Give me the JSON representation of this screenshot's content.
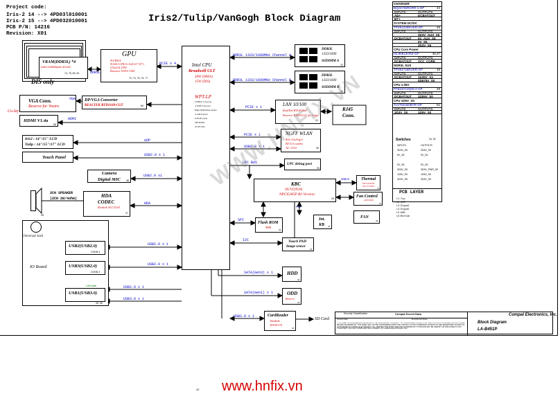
{
  "project": {
    "code_label": "Project code:",
    "code_line_1": "Iris-2 14 --> 4PD03l010001",
    "code_line_2": "Iris-2 15 --> 4PD032010001",
    "pcb": "PCB P/N: 14216",
    "revision": "Revision: X01"
  },
  "title": "Iris2/Tulip/VanGogh Block Diagram",
  "dis_only": "DIS only",
  "vram": {
    "label": "VRAM(DDR3L) *4",
    "sub": "64M,128M/Bytes 4G/4G",
    "pins": "74, 75, 80, 81"
  },
  "gpu": {
    "title": "GPU",
    "lines": [
      "NVIDIA",
      "N16S-GTR-S-A2(14\"/15\")",
      "(23x23) 25W",
      "Reserve N16V-GM"
    ],
    "pins": "72, 74, 75, 76, 77",
    "bus": "PCIE x 4",
    "ddr_bus": "DDR3L"
  },
  "vga": {
    "title": "VGA Conn.",
    "reserve": "Reserve for Vostro",
    "bus": "VGA",
    "co_lay": "Co-lay"
  },
  "dp_vga": {
    "title": "DP/VGA Converter",
    "sub": "REALTEK RTD2168-CGT",
    "pin": "66"
  },
  "hdmi": {
    "title": "HDMI V1.4a",
    "pin": "58",
    "bus": "HDMI"
  },
  "lcd": {
    "line1": "Iris2 : 14\"/15\" LCD",
    "line2": "Tulip : 14\"/15\"/17\" LCD",
    "bus": "eDP"
  },
  "touch_panel": {
    "label": "Touch Panel",
    "bus": "USB2.0 x 1"
  },
  "camera": {
    "title": "Camera",
    "sub": "Digital MIC",
    "pin": "38",
    "bus": "USB2.0 x1"
  },
  "speaker": {
    "label": "2CH SPEAKER",
    "sub": "(2CH 2W/4ohm)",
    "pin": "35"
  },
  "hda": {
    "title": "HDA",
    "sub": "CODEC",
    "chip": "Realtek ALC3234",
    "pin": "37",
    "bus": "HDA"
  },
  "universal_jack": {
    "label": "Universal Jack"
  },
  "io_board": {
    "label": "IO Board"
  },
  "usb_ports": [
    {
      "name": "USB2(USB2.0)",
      "pin": "CONN 4",
      "bus": "USB2.0 x 1"
    },
    {
      "name": "USB3(USB2.0)",
      "pin": "CONN 4",
      "bus": "USB2.0 x 1"
    },
    {
      "name": "USB1(USB3.0)",
      "pin": "34, 35",
      "bus": "USB2.0 x 1",
      "note": "Left side"
    }
  ],
  "usb3_bus": "USB3.0 x 1",
  "cpu": {
    "title": "Intel CPU",
    "sub": "Broadwell ULT",
    "lines": [
      "28W (DMA)",
      "15W (DIS)"
    ],
    "wpt": "WPT-LP",
    "wpt_lines": [
      "USB2.0 x 8 ports",
      "4 USB 3.0 ports",
      "High Definition Audio",
      "4 SATA ports",
      "8 PCIE ports",
      "SPI ROM",
      "ACPI 4.0a"
    ]
  },
  "ddr_channels": [
    {
      "label": "DDR3L 1333/1600MHz Channel A"
    },
    {
      "label": "DDR3L 1333/1600MHz Channel B"
    }
  ],
  "sodimm": [
    {
      "title": "DDR3L",
      "speed": "1333/1600",
      "name": "SODIMM A",
      "pin": "15"
    },
    {
      "title": "DDR3L",
      "speed": "1333/1600",
      "name": "SODIMM B",
      "pin": "16"
    }
  ],
  "lan": {
    "title": "LAN 10/100",
    "lines": [
      "RealTek RTL8106E",
      "Reserve RTL8111G for Giga"
    ],
    "pin": "31",
    "bus": "PCIE x 1"
  },
  "rj45": {
    "title": "RJ45",
    "sub": "Conn."
  },
  "wlan": {
    "title": "NGFF WLAN",
    "lines": [
      "802.11a/b/g/n",
      "BT 4.0 combo",
      "AC 1310"
    ],
    "pin": "36",
    "bus1": "PCIE x 1",
    "bus2": "USB2.0 x 1"
  },
  "lpc_debug": {
    "title": "LPC debug port",
    "pin": "36",
    "bus": "LPC BUS"
  },
  "kbc": {
    "title": "KBC",
    "chip": "NUVOTON",
    "chip2": "NPCE285P B2 Version",
    "pin": "26"
  },
  "thermal": {
    "title": "Thermal",
    "lines": [
      "NUVOTON",
      "NCT7718W"
    ],
    "pin": "21",
    "bus": "SMBUS"
  },
  "fan": {
    "title": "Fan Control",
    "sub": "APL5606",
    "pin": "21"
  },
  "fan2": {
    "title": "FAN",
    "pin": "30"
  },
  "flash": {
    "title": "Flash ROM",
    "sub": "8MB",
    "pin": "26",
    "bus": "SPI"
  },
  "intkb": {
    "title": "Int.",
    "sub": "KB",
    "pin": "32",
    "bus": "PS2"
  },
  "touchpad": {
    "title": "Touch PAD",
    "sub": "Image sensor",
    "pin": "40",
    "bus": "I2C"
  },
  "hdd": {
    "title": "HDD",
    "pin": "32",
    "bus": "SATA(Gen3) x 1"
  },
  "odd": {
    "title": "ODD",
    "sub": "Reserve",
    "pin": "32",
    "bus": "SATA(Gen1) x 1"
  },
  "cardreader": {
    "title": "CardReader",
    "lines": [
      "Realtek",
      "RTS5170"
    ],
    "pin": "34",
    "bus": "USB2.0 x 1",
    "card": "SD Card"
  },
  "right_panel": {
    "sections": [
      {
        "title": "CHARGER",
        "part": "BQ24735RGRR-1-GP",
        "pin": "44",
        "rows": [
          [
            "INPUTS",
            "OUTPUTS"
          ],
          [
            "AD+",
            "DCBATOUT"
          ],
          [
            "BT+",
            ""
          ]
        ]
      },
      {
        "title": "SYSTEM DC/DC",
        "part": "TPS51225RUKR-GP",
        "pin": "45",
        "rows": [
          [
            "INPUTS",
            "OUTPUTS"
          ],
          [
            "",
            "3D3V_AUX_S5"
          ],
          [
            "DCBATOUT",
            "5V_AUX_S5"
          ],
          [
            "",
            "5V_S5"
          ],
          [
            "",
            "3D3V_S5"
          ]
        ]
      },
      {
        "title": "CPU Core Power",
        "part": "ISL95813HRZ-GP",
        "pin": "46,47",
        "rows": [
          [
            "INPUTS",
            "OUTPUTS"
          ],
          [
            "DCBATOUT",
            "VCC_CORE"
          ]
        ]
      },
      {
        "title": "DDR3L SUS",
        "part": "TPS51716RUKR-GP",
        "pin": "48",
        "rows": [
          [
            "INPUTS",
            "OUTPUTS"
          ],
          [
            "DCBATOUT",
            "1D35V_S3"
          ],
          [
            "",
            "0D675V_S0"
          ]
        ]
      },
      {
        "title": "CPU 1.05V",
        "part": "RT8237CZQW-2-GP",
        "pin": "49",
        "rows": [
          [
            "INPUTS",
            "OUTPUTS"
          ],
          [
            "DCBATOUT",
            "1D05V_S0"
          ]
        ]
      },
      {
        "title": "CPU 1D5V_S0",
        "part": "TLV70215DBVR-GP",
        "pin": "51",
        "rows": [
          [
            "INPUTS",
            "OUTPUTS"
          ],
          [
            "3D3V_S0",
            "1D5V_S0"
          ]
        ]
      }
    ],
    "switches_title": "Switches",
    "switches_pin": "34, 52",
    "switches_rows": [
      [
        "INPUTS",
        "OUTPUTS"
      ],
      [
        "3D3V_S5",
        "3D3V_S0"
      ],
      [
        "5V_S5",
        "5V_S0"
      ],
      [
        "",
        ""
      ],
      [
        "5V_S5",
        "5V_S0"
      ],
      [
        "3D3V_S5",
        "3D3V_PWR_S0"
      ],
      [
        "1D5V_S3",
        "1D5V_S0"
      ],
      [
        "3D3V_S5",
        "3D3V_S0"
      ]
    ],
    "pcb_layer_title": "PCB LAYER",
    "pcb_layers": [
      "L1:Top",
      "L2:VCC",
      "L3:Signal",
      "L4:Signal",
      "L5:GND",
      "L6:Bottom"
    ]
  },
  "title_block": {
    "security": "Security Classification",
    "secret": "Compal Secret Data",
    "issued": "Issued Date",
    "deciphered": "Deciphered Date",
    "company": "Compal Electronics, Inc.",
    "doc_title": "Block Diagram",
    "doc_no": "LA-B451P",
    "legal": "THIS SHEET OF ENGINEERING DRAWING IS THE PROPRIETARY PROPERTY OF COMPAL ELECTRONICS, INC. AND CONTAINS CONFIDENTIAL AND TRADE SECRET INFORMATION. THIS SHEET MAY NOT BE TRANSFERED FROM THE CUSTODY OF THE COMPETENT DIVISION OF R&D DEPARTMENT EXCEPT AS AUTHORIZED BY COMPAL ELECTRONICS, INC. NEITHER THIS SHEET NOR THE INFORMATION IT CONTAINS MAY BE USED BY OR DISCLOSED TO ANY THIRD PARTY WITHOUT PRIOR WRITTEN CONSENT OF COMPAL ELECTRONICS, INC."
  },
  "watermark": "WWW.HNFIX.VN",
  "footer_page": "42",
  "footer_url": "www.hnfix.vn"
}
